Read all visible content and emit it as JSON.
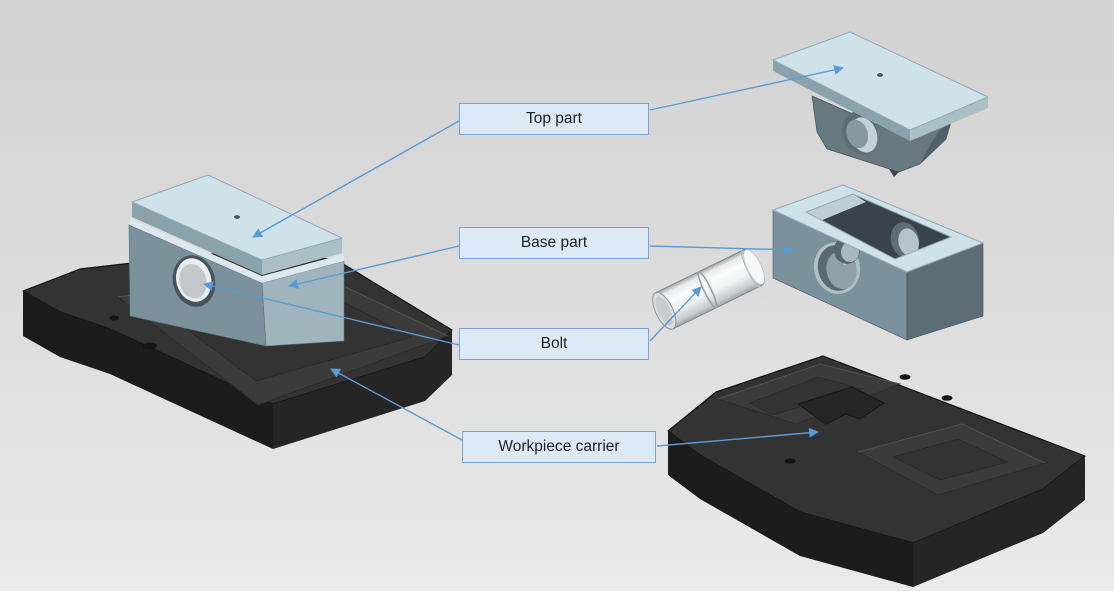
{
  "callouts": [
    {
      "id": "top-part",
      "label": "Top part"
    },
    {
      "id": "base-part",
      "label": "Base part"
    },
    {
      "id": "bolt",
      "label": "Bolt"
    },
    {
      "id": "workpiece-carrier",
      "label": "Workpiece carrier"
    }
  ],
  "colors": {
    "background_top": "#d2d2d2",
    "background_bottom": "#eaeaea",
    "callout_fill": "#dce9f7",
    "callout_border": "#7aa4d6",
    "callout_text": "#1f1f1f",
    "arrow": "#5b9bd5",
    "steel_top": "#cfe2ea",
    "steel_front": "#7b929d",
    "steel_side": "#9fb4bd",
    "steel_dark": "#5d6d77",
    "carrier_dark": "#2b2b2b",
    "bolt_body": "#f2f3f4"
  }
}
